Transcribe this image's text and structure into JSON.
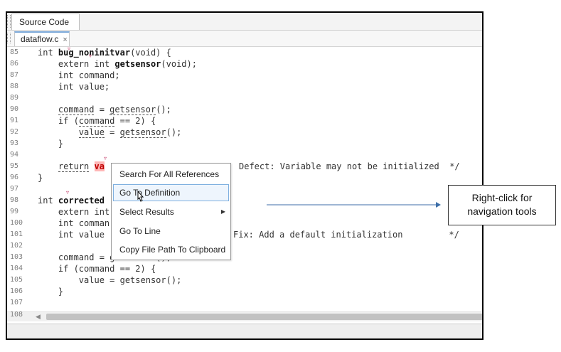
{
  "window": {
    "panel_tab": "Source Code",
    "file_tab": "dataflow.c",
    "file_tab_close": "×"
  },
  "code": {
    "lines": [
      {
        "num": "85",
        "text": ""
      },
      {
        "num": "86",
        "text": "    extern int "
      },
      {
        "num": "87",
        "text": "    int command;"
      },
      {
        "num": "88",
        "text": "    int value;"
      },
      {
        "num": "89",
        "text": ""
      },
      {
        "num": "90",
        "text": ""
      },
      {
        "num": "91",
        "text": ""
      },
      {
        "num": "92",
        "text": ""
      },
      {
        "num": "93",
        "text": "    }"
      },
      {
        "num": "94",
        "text": ""
      },
      {
        "num": "95",
        "text": ""
      },
      {
        "num": "96",
        "text": "}"
      },
      {
        "num": "97",
        "text": ""
      },
      {
        "num": "98",
        "text": ""
      },
      {
        "num": "99",
        "text": "    extern int"
      },
      {
        "num": "100",
        "text": "    int comman"
      },
      {
        "num": "101",
        "text": "    int value"
      },
      {
        "num": "102",
        "text": ""
      },
      {
        "num": "103",
        "text": "    command = getsensor();"
      },
      {
        "num": "104",
        "text": "    if (command == 2) {"
      },
      {
        "num": "105",
        "text": "        value = getsensor();"
      },
      {
        "num": "106",
        "text": "    }"
      },
      {
        "num": "107",
        "text": ""
      },
      {
        "num": "108",
        "text": ""
      }
    ],
    "l85_int": "int ",
    "l85_func": "bug_noninitvar",
    "l85_rest": "(void) {",
    "l86_func": "getsensor",
    "l86_rest": "(void);",
    "l90_indent": "    ",
    "l90_var": "command",
    "l90_eq": " = ",
    "l90_call": "getsensor",
    "l90_rest": "();",
    "l91_pre": "    if (",
    "l91_var": "command",
    "l91_rest": " == 2) {",
    "l92_indent": "        ",
    "l92_var": "value",
    "l92_eq": " = ",
    "l92_call": "getsensor",
    "l92_rest": "();",
    "l95_indent": "    ",
    "l95_return": "return",
    "l95_sp": " ",
    "l95_var": "va",
    "l95_comment": "Defect: Variable may not be initialized  */",
    "l98_int": "int ",
    "l98_func": "corrected",
    "l101_comment": "Fix: Add a default initialization         */"
  },
  "context_menu": {
    "items": [
      {
        "label": "Search For All References"
      },
      {
        "label": "Go To Definition"
      },
      {
        "label": "Select Results",
        "submenu": "▶"
      },
      {
        "label": "Go To Line"
      },
      {
        "label": "Copy File Path To Clipboard"
      }
    ]
  },
  "callout": {
    "line1": "Right-click for",
    "line2": "navigation tools"
  },
  "colors": {
    "highlight": "#ffb7b7",
    "menu_hover_border": "#7fb0e0",
    "arrow": "#3c6ea8"
  }
}
